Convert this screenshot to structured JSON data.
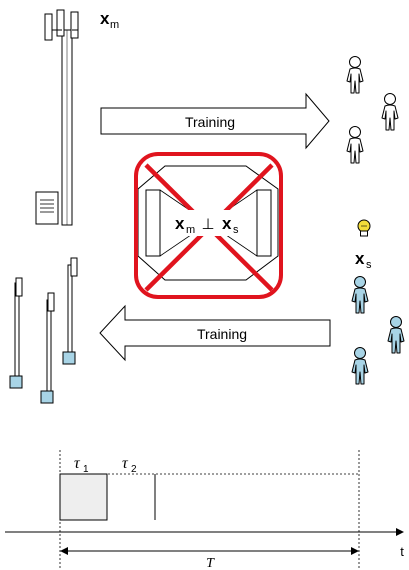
{
  "top": {
    "macro_label": "x",
    "macro_sub": "m",
    "arrow_label": "Training"
  },
  "middle": {
    "left_var": "x",
    "left_sub": "m",
    "perp_symbol": "⊥",
    "right_var": "x",
    "right_sub": "s"
  },
  "bottom": {
    "small_label": "x",
    "small_sub": "s",
    "arrow_label": "Training"
  },
  "timeline": {
    "tau1": "τ",
    "tau1_sub": "1",
    "tau2": "τ",
    "tau2_sub": "2",
    "period": "T",
    "axis": "t"
  },
  "colors": {
    "cross": "#e0141e",
    "user_light": "#a8d4e6",
    "user_plain": "#ffffff",
    "bulb": "#f2dc3a",
    "slot_fill": "#eeeeee"
  },
  "icons": [
    "macro-tower-icon",
    "small-cell-antenna-icon",
    "user-icon",
    "lightbulb-icon",
    "cross-icon"
  ]
}
